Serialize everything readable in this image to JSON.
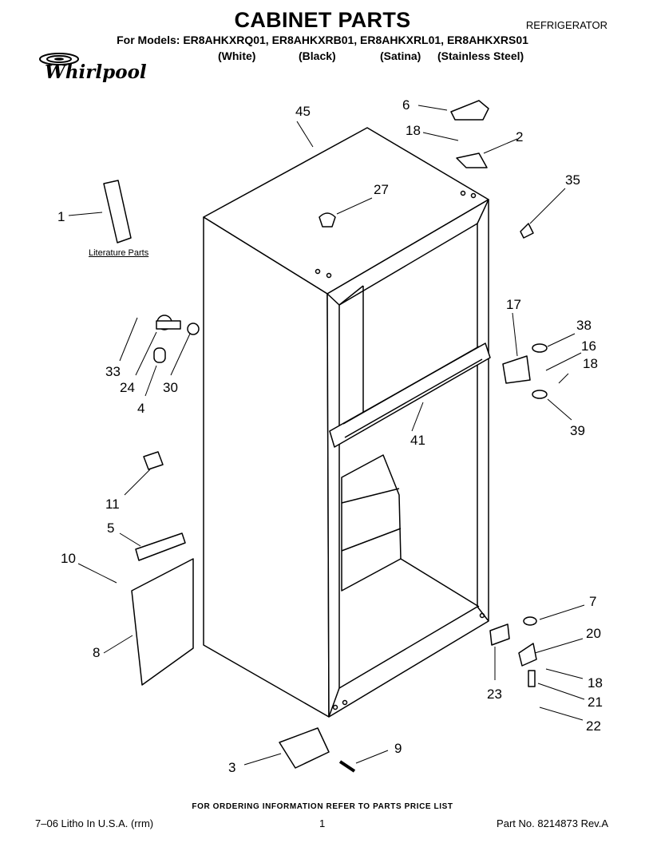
{
  "header": {
    "title": "CABINET PARTS",
    "category": "REFRIGERATOR",
    "models_line": "For Models: ER8AHKXRQ01, ER8AHKXRB01, ER8AHKXRL01, ER8AHKXRS01",
    "variants": [
      "(White)",
      "(Black)",
      "(Satina)",
      "(Stainless Steel)"
    ],
    "brand": "Whirlpool"
  },
  "diagram": {
    "literature_label": "Literature Parts",
    "callouts": [
      "45",
      "6",
      "18",
      "2",
      "35",
      "1",
      "27",
      "17",
      "38",
      "16",
      "18",
      "33",
      "24",
      "30",
      "4",
      "41",
      "39",
      "11",
      "5",
      "10",
      "8",
      "7",
      "20",
      "23",
      "18",
      "21",
      "22",
      "3",
      "9"
    ]
  },
  "footer": {
    "note": "FOR ORDERING INFORMATION REFER TO PARTS PRICE LIST",
    "litho": "7–06 Litho In U.S.A. (rrm)",
    "page": "1",
    "part_no": "Part No. 8214873 Rev.A"
  }
}
